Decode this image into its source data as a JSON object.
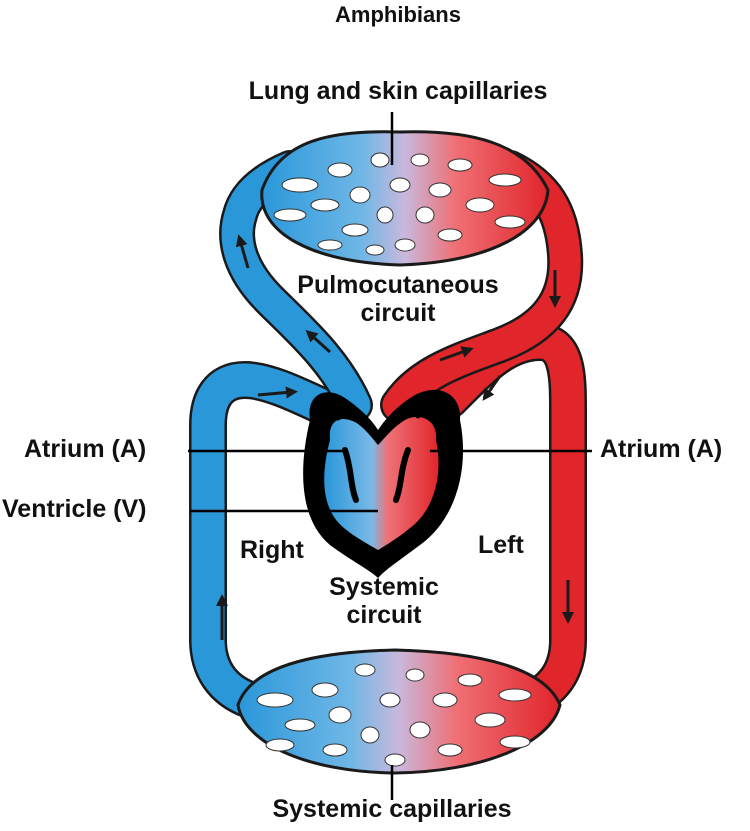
{
  "title": "Amphibians",
  "labels": {
    "lung_skin_capillaries": "Lung and skin capillaries",
    "pulmocutaneous_circuit": "Pulmocutaneous circuit",
    "atrium_left_side": "Atrium (A)",
    "atrium_right_side": "Atrium (A)",
    "ventricle": "Ventricle (V)",
    "right": "Right",
    "left": "Left",
    "systemic_circuit": "Systemic circuit",
    "systemic_capillaries": "Systemic capillaries"
  },
  "colors": {
    "oxygen_poor_blood": "#2a97d9",
    "oxygen_rich_blood": "#e0252b",
    "vessel_outline": "#1a1a1a",
    "heart_wall": "#000000",
    "capillary_mix": "#c9b8dc",
    "background": "#ffffff"
  }
}
